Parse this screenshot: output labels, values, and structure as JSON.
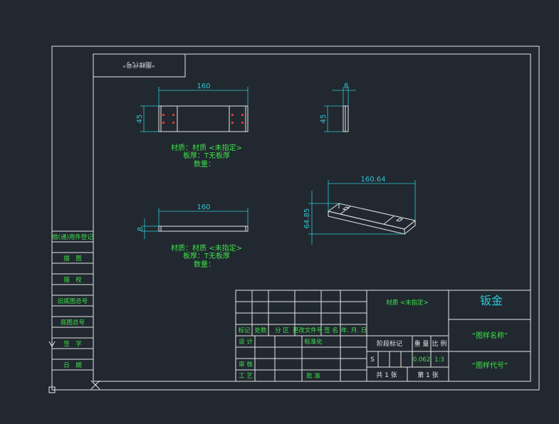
{
  "drawing": {
    "top_label": "“图样代号”",
    "dim_top_width": "160",
    "dim_top_height": "45",
    "dim_side_thickness": "8",
    "dim_side_height": "45",
    "dim_front_width": "160",
    "dim_front_height": "8",
    "dim_iso_width": "160.64",
    "dim_iso_height": "64.85",
    "note1_material": "材质：材质 <未指定>",
    "note1_thickness": "板厚：T无板厚",
    "note1_qty": "数量：",
    "note2_material": "材质：材质 <未指定>",
    "note2_thickness": "板厚：T无板厚",
    "note2_qty": "数量："
  },
  "side_column": {
    "items": [
      "借(通)用件登记",
      "描　图",
      "描　校",
      "旧底图总号",
      "底图总号",
      "签　字",
      "日　期"
    ]
  },
  "title_block": {
    "material": "材质 <未指定>",
    "title": "钣金",
    "drawing_name": "“图样名称”",
    "drawing_code": "“图样代号”",
    "h_mark": "标记",
    "h_count": "处数",
    "h_zone": "分 区",
    "h_docno": "更改文件号",
    "h_sign": "签 名",
    "h_date": "年. 月. 日",
    "r_design": "设 计",
    "r_std": "标准化",
    "r_review": "审 核",
    "r_process": "工 艺",
    "r_approve": "批 准",
    "stage_label": "阶段标记",
    "weight_label": "重 量",
    "scale_label": "比 例",
    "stage_s": "S",
    "weight_value": "0.062",
    "scale_value": "1:3",
    "sheets_total": "共 1 张",
    "sheet_no": "第 1 张"
  }
}
